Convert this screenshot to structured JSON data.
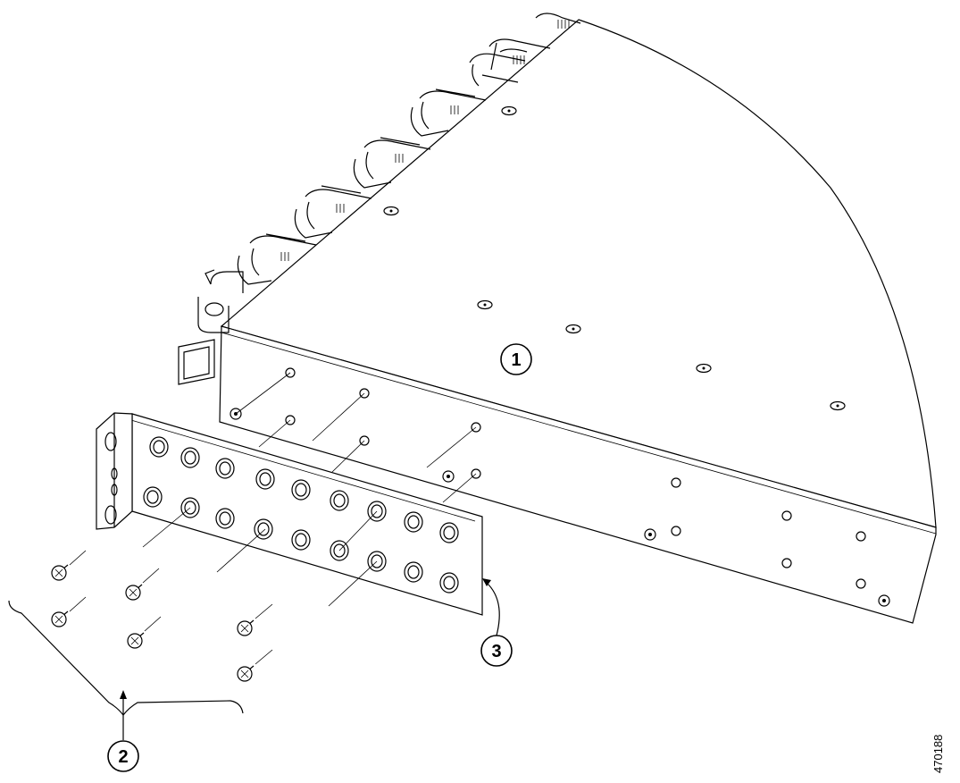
{
  "figure": {
    "figure_id": "470188",
    "callouts": [
      {
        "label": "1",
        "part": "chassis"
      },
      {
        "label": "2",
        "part": "screws"
      },
      {
        "label": "3",
        "part": "mounting-bracket"
      }
    ]
  }
}
